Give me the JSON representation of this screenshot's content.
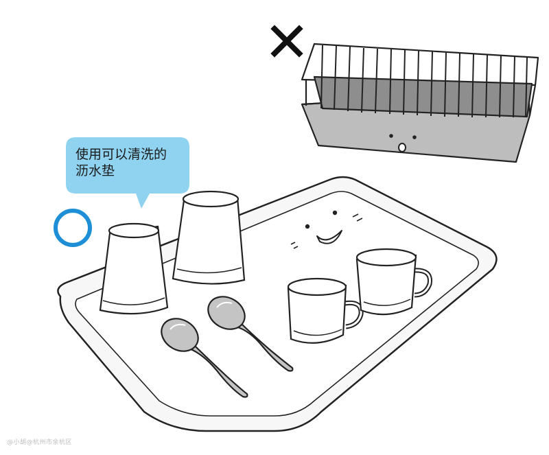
{
  "bubble": {
    "line1": "使用可以清洗的",
    "line2": "沥水垫"
  },
  "marks": {
    "correct_icon": "circle-mark-icon",
    "wrong_icon": "cross-mark-icon"
  },
  "watermark": "@小胡@杭州市余杭区",
  "colors": {
    "accent_blue": "#1e8fd6",
    "bubble_fill": "#8fd3f0",
    "ink": "#1a1a1a",
    "rack_gray": "#b9b9b9",
    "spoon_gray": "#c4c4c4"
  }
}
